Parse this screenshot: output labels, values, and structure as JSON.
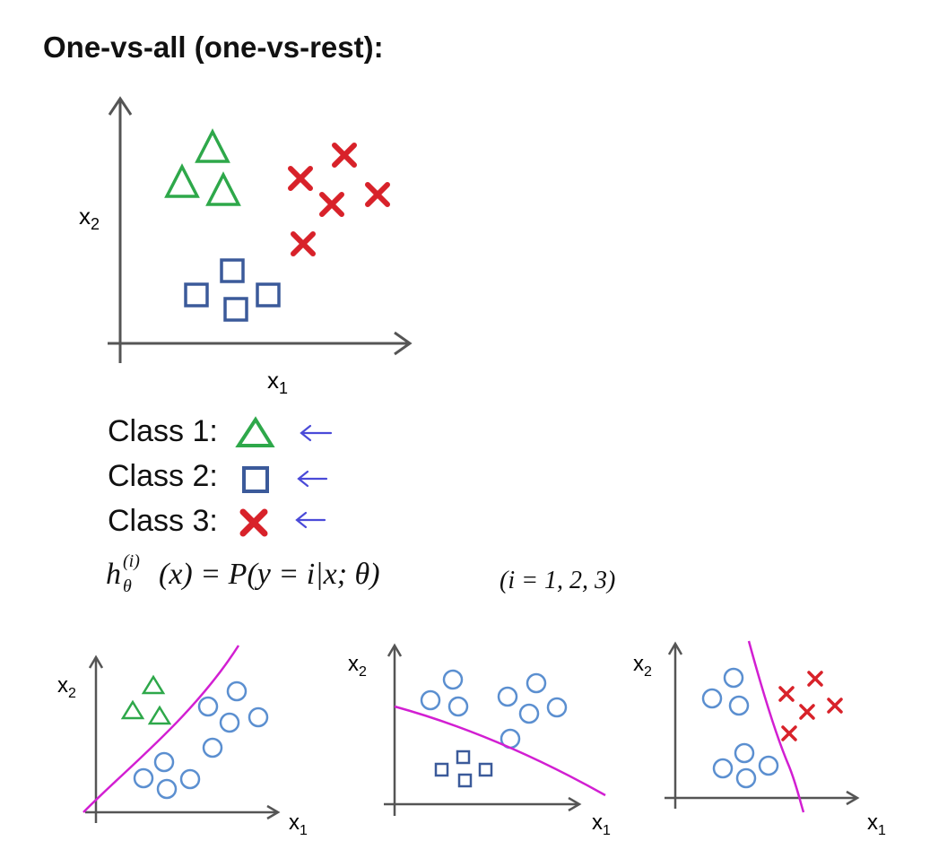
{
  "title": "One-vs-all (one-vs-rest):",
  "axis": {
    "x": "x",
    "x_sub": "1",
    "y": "x",
    "y_sub": "2"
  },
  "classes": [
    {
      "label": "Class 1:",
      "marker": "triangle-icon",
      "color": "#2ea84a"
    },
    {
      "label": "Class 2:",
      "marker": "square-icon",
      "color": "#3b5a9a"
    },
    {
      "label": "Class 3:",
      "marker": "cross-icon",
      "color": "#d8222a"
    }
  ],
  "formula": {
    "h": "h",
    "sup": "(i)",
    "sub": "θ",
    "rest": "(x) = P(y = i|x; θ)",
    "range": "(i = 1, 2, 3)"
  },
  "colors": {
    "boundary": "#d21fd2",
    "circle": "#5b8fd0",
    "arrow": "#4a4ad8",
    "axis": "#555555"
  }
}
